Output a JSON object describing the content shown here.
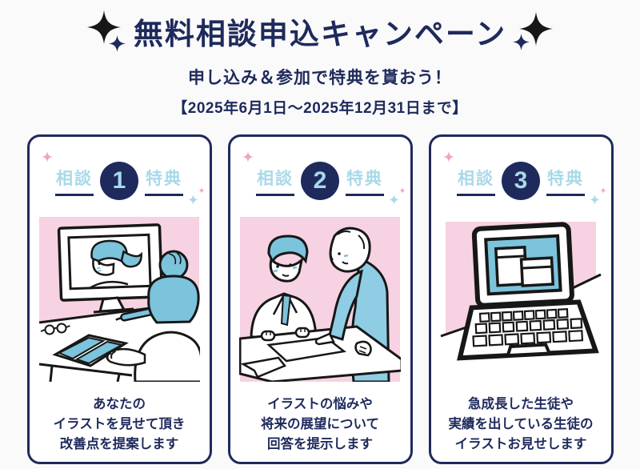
{
  "page": {
    "title": "無料相談申込キャンペーン",
    "subtitle": "申し込み＆参加で特典を貰おう！",
    "period": "【2025年6月1日～2025年12月31日まで】"
  },
  "colors": {
    "page_bg": "#fafafa",
    "card_bg": "#ffffff",
    "navy": "#1e2a5c",
    "star_black": "#171717",
    "light_blue": "#a9d9e9",
    "ill_blue": "#7cc3dc",
    "suit_blue": "#8fcde4",
    "pink_bg": "#f6d2e2",
    "sparkle_pink": "#efa3c6"
  },
  "icons": {
    "sparkle": "four-pointed-star"
  },
  "cards": [
    {
      "left_label": "相談",
      "number": "1",
      "right_label": "特典",
      "illustration": "video-call",
      "lines": [
        "あなたの",
        "イラストを見せて頂き",
        "改善点を提案します"
      ]
    },
    {
      "left_label": "相談",
      "number": "2",
      "right_label": "特典",
      "illustration": "meeting",
      "lines": [
        "イラストの悩みや",
        "将来の展望について",
        "回答を提示します"
      ]
    },
    {
      "left_label": "相談",
      "number": "3",
      "right_label": "特典",
      "illustration": "laptop",
      "lines": [
        "急成長した生徒や",
        "実績を出している生徒の",
        "イラストお見せします"
      ]
    }
  ]
}
